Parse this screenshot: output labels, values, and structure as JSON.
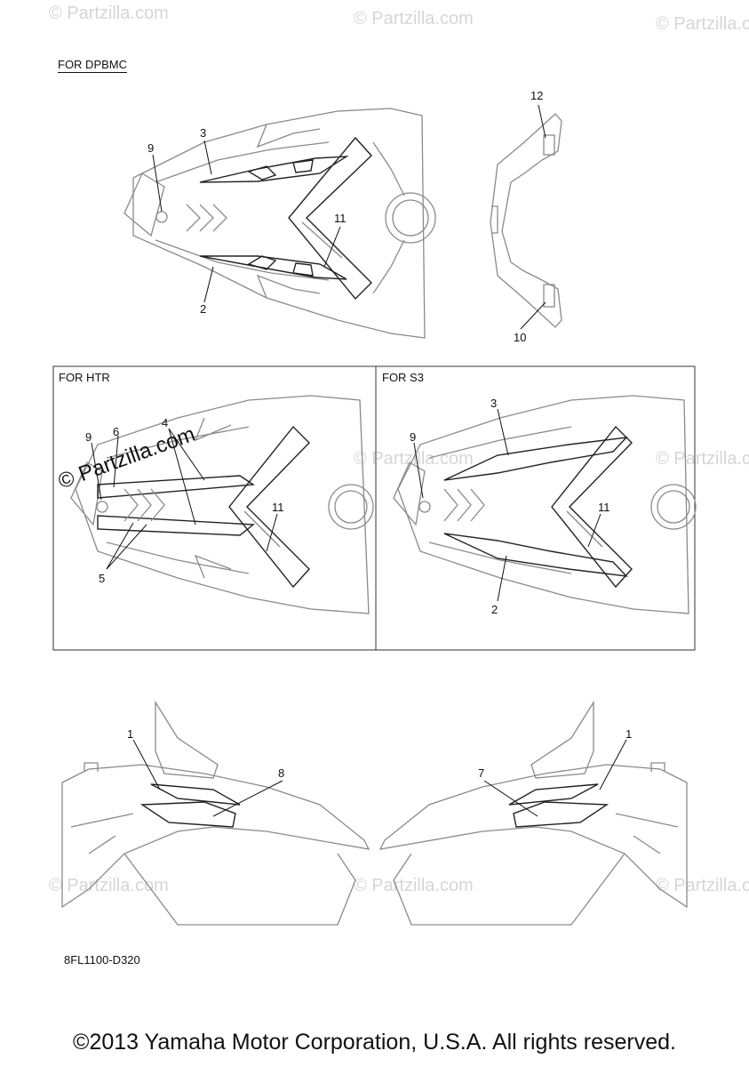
{
  "sections": {
    "dpbmc": {
      "title": "FOR DPBMC"
    },
    "htr": {
      "title": "FOR HTR"
    },
    "s3": {
      "title": "FOR S3"
    }
  },
  "callouts": {
    "dpbmc": [
      "9",
      "3",
      "11",
      "2",
      "12",
      "10"
    ],
    "htr": [
      "9",
      "6",
      "4",
      "11",
      "5"
    ],
    "s3": [
      "3",
      "9",
      "11",
      "2"
    ],
    "side": [
      "1",
      "8",
      "1",
      "7"
    ]
  },
  "watermark": {
    "text": "© Partzilla.com",
    "overlay": "© Partzilla.com"
  },
  "part_number": "8FL1100-D320",
  "copyright": "©2013 Yamaha Motor Corporation, U.S.A. All rights reserved.",
  "colors": {
    "line": "#8a8a8a",
    "ink": "#222222",
    "watermark": "#d6d6d6"
  }
}
